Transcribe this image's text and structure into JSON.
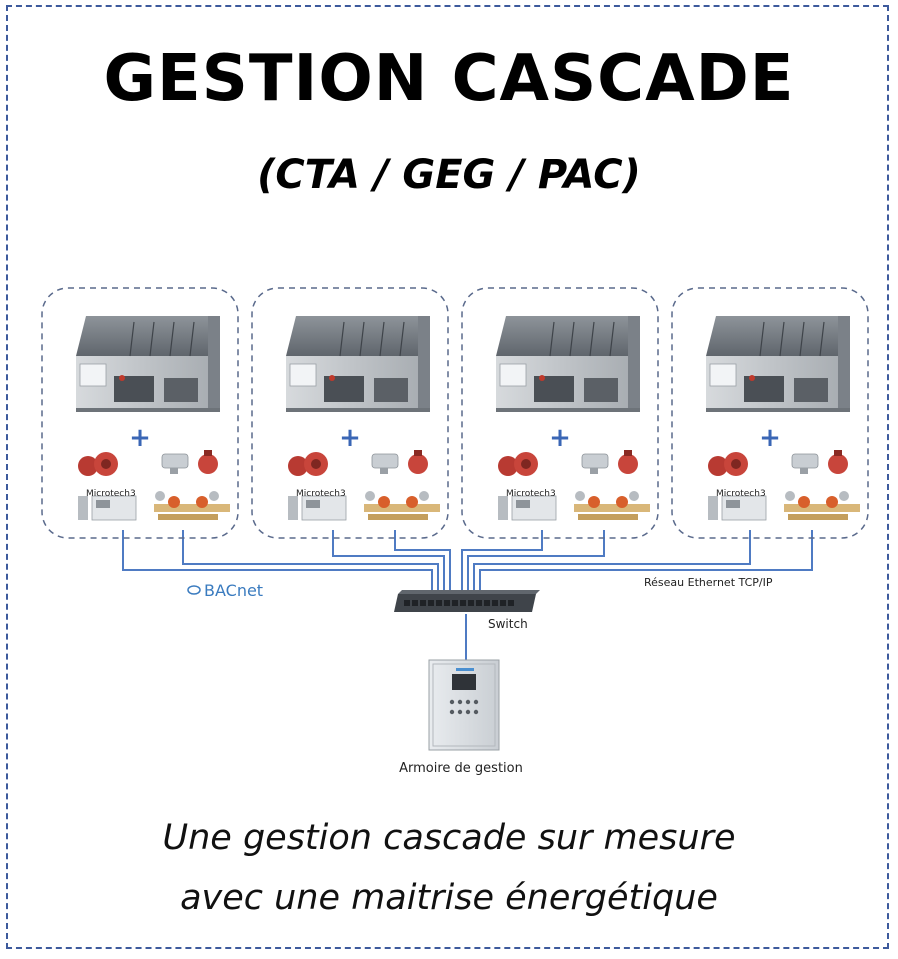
{
  "title": "GESTION CASCADE",
  "subtitle": "(CTA / GEG / PAC)",
  "units": [
    {
      "plus": "+",
      "controller": "Microtech3"
    },
    {
      "plus": "+",
      "controller": "Microtech3"
    },
    {
      "plus": "+",
      "controller": "Microtech3"
    },
    {
      "plus": "+",
      "controller": "Microtech3"
    }
  ],
  "network": {
    "protocol_logo": "BACnet",
    "network_label": "Réseau Ethernet TCP/IP",
    "switch_label": "Switch",
    "cabinet_label": "Armoire de gestion"
  },
  "caption": {
    "line1": "Une gestion cascade sur mesure",
    "line2": "avec une maitrise énergétique"
  },
  "colors": {
    "frame": "#3d5a9c",
    "cable": "#4f7bc3",
    "plus": "#3a66b5",
    "unit_border": "#5a6a8c"
  }
}
